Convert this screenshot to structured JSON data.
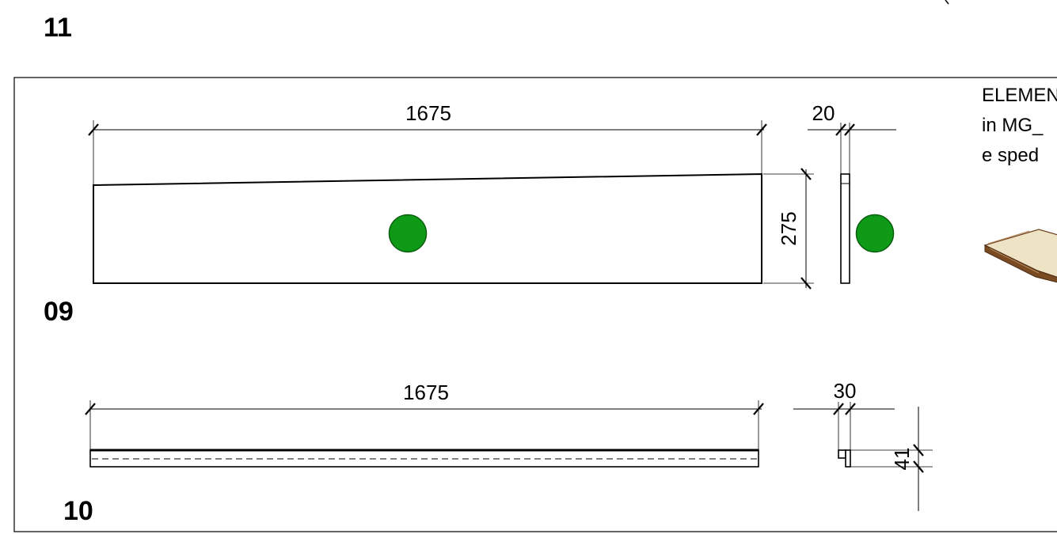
{
  "page_label_top": "11",
  "parts": [
    {
      "id": "09",
      "length_dim": "1675",
      "height_dim": "275",
      "thickness_dim": "20"
    },
    {
      "id": "10",
      "length_dim": "1675",
      "thickness_dim": "30",
      "height_dim": "41"
    }
  ],
  "note": {
    "line1": "ELEMEN",
    "line2": "in MG_",
    "line3": "e sped"
  },
  "colors": {
    "marker_fill": "#0e9a16",
    "marker_stroke": "#0a5f0e",
    "board_top": "#efe3c6",
    "board_edge": "#7a4a23"
  }
}
